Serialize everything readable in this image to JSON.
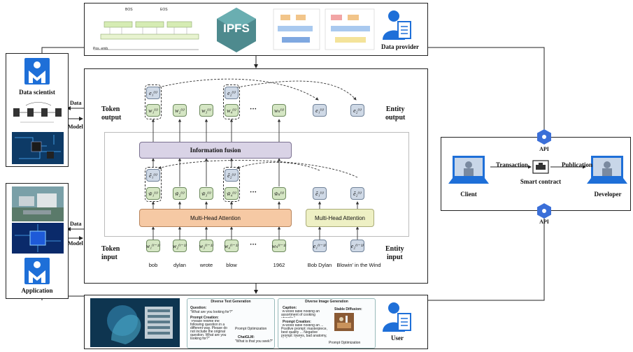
{
  "top": {
    "ipfs_label": "IPFS",
    "data_provider": "Data provider",
    "mini_titles": [
      "BOS",
      "EOS"
    ],
    "mini_axis": "Pos. emb."
  },
  "left": {
    "data_scientist": "Data scientist",
    "application": "Application",
    "arrow_data_1": "Data",
    "arrow_model_1": "Model",
    "arrow_data_2": "Data",
    "arrow_model_2": "Model"
  },
  "center": {
    "token_output": [
      "Token",
      "output"
    ],
    "entity_output": [
      "Entity",
      "output"
    ],
    "token_input": [
      "Token",
      "input"
    ],
    "entity_input": [
      "Entity",
      "input"
    ],
    "info_fusion": "Information fusion",
    "mha_left": "Multi-Head Attention",
    "mha_right": "Multi-Head Attention",
    "ellipsis": "···",
    "words": [
      "bob",
      "dylan",
      "wrote",
      "blow",
      "1962",
      "Bob Dylan",
      "Blowin' in the Wind"
    ],
    "top_tokens": [
      "w₁⁽ⁱ⁾",
      "w₂⁽ⁱ⁾",
      "w₃⁽ⁱ⁾",
      "w₄⁽ⁱ⁾",
      "wₙ⁽ⁱ⁾"
    ],
    "top_ents": [
      "e₁⁽ⁱ⁾",
      "e₂⁽ⁱ⁾",
      "e₁⁽ⁱ⁾",
      "e₂⁽ⁱ⁾"
    ],
    "mid_tokens": [
      "w̃₁⁽ⁱ⁾",
      "w̃₂⁽ⁱ⁾",
      "w̃₃⁽ⁱ⁾",
      "w̃₄⁽ⁱ⁾",
      "w̃ₙ⁽ⁱ⁾"
    ],
    "mid_ents": [
      "ẽ₁⁽ⁱ⁾",
      "ẽ₂⁽ⁱ⁾",
      "ẽ₁⁽ⁱ⁾",
      "ẽ₂⁽ⁱ⁾"
    ],
    "in_tokens": [
      "w₁⁽ⁱ⁻¹⁾",
      "w₂⁽ⁱ⁻¹⁾",
      "w₃⁽ⁱ⁻¹⁾",
      "w₄⁽ⁱ⁻¹⁾",
      "wₙ⁽ⁱ⁻¹⁾"
    ],
    "in_ents": [
      "e₁⁽ⁱ⁻¹⁾",
      "e₂⁽ⁱ⁻¹⁾"
    ]
  },
  "right": {
    "api_top": "API",
    "api_bottom": "API",
    "transaction": "Transaction",
    "publication": "Publication",
    "smart_contract": "Smart contract",
    "client": "Client",
    "developer": "Developer"
  },
  "bottom": {
    "user": "User",
    "text_gen_title": "Diverse Text Generation",
    "image_gen_title": "Diverse Image Generation",
    "question_label": "Question:",
    "question_text": "\"What are you looking for?\"",
    "prompt_creation": "Prompt Creation:",
    "prompt_text": "\"Please rewrite the following question in a different way. Please do not include the original question.  What are you looking for?\"",
    "prompt_opt": "Prompt Optimization",
    "chatglm": "ChatGLM:",
    "chatglm_text": "\"What is that you seek?\"",
    "caption_label": "Caption:",
    "caption_text": "\"A wood table holding an assortment of cooking utensils.\"",
    "prompt_creation2": "Prompt Creation:",
    "prompt_text2": "\"A wood table holding an ... Positive prompt: masterpiece, best quality ... Negative prompt: lowres, bad anatomy, disfigured ...\"",
    "stable_diffusion": "Stable Diffusion:",
    "prompt_opt2": "Prompt Optimization"
  },
  "colors": {
    "token_fill": "#d5e6c4",
    "entity_fill": "#cfd9e6",
    "mha_left_fill": "#f6c9a4",
    "mha_right_fill": "#eef0c4",
    "fusion_fill": "#d9d3e6",
    "accent_blue": "#1e6fd8"
  }
}
